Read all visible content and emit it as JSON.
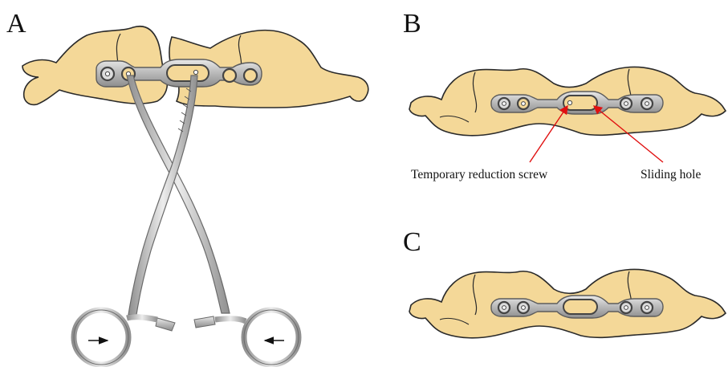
{
  "panels": {
    "a": {
      "letter": "A"
    },
    "b": {
      "letter": "B",
      "annotations": [
        "Temporary reduction screw",
        "Sliding hole"
      ]
    },
    "c": {
      "letter": "C"
    }
  },
  "colors": {
    "bone_fill": "#f4d898",
    "bone_outline": "#2a2a2a",
    "plate_metal": "#b9b9b9",
    "annotation_arrow": "#e01010"
  }
}
